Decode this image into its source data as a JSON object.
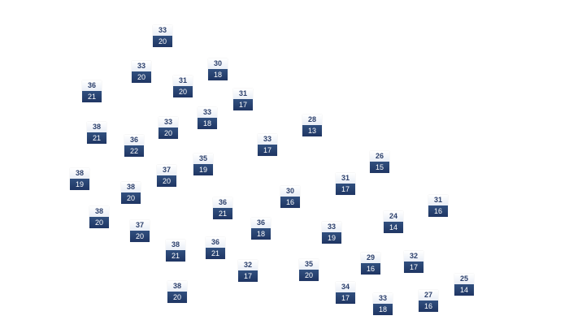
{
  "map": {
    "stations": [
      {
        "high": "33",
        "low": "20"
      },
      {
        "high": "33",
        "low": "20"
      },
      {
        "high": "30",
        "low": "18"
      },
      {
        "high": "36",
        "low": "21"
      },
      {
        "high": "31",
        "low": "20"
      },
      {
        "high": "31",
        "low": "17"
      },
      {
        "high": "33",
        "low": "18"
      },
      {
        "high": "38",
        "low": "21"
      },
      {
        "high": "33",
        "low": "20"
      },
      {
        "high": "36",
        "low": "22"
      },
      {
        "high": "28",
        "low": "13"
      },
      {
        "high": "33",
        "low": "17"
      },
      {
        "high": "26",
        "low": "15"
      },
      {
        "high": "35",
        "low": "19"
      },
      {
        "high": "38",
        "low": "19"
      },
      {
        "high": "37",
        "low": "20"
      },
      {
        "high": "38",
        "low": "20"
      },
      {
        "high": "31",
        "low": "17"
      },
      {
        "high": "30",
        "low": "16"
      },
      {
        "high": "31",
        "low": "16"
      },
      {
        "high": "36",
        "low": "21"
      },
      {
        "high": "38",
        "low": "20"
      },
      {
        "high": "24",
        "low": "14"
      },
      {
        "high": "36",
        "low": "18"
      },
      {
        "high": "37",
        "low": "20"
      },
      {
        "high": "33",
        "low": "19"
      },
      {
        "high": "38",
        "low": "21"
      },
      {
        "high": "36",
        "low": "21"
      },
      {
        "high": "29",
        "low": "16"
      },
      {
        "high": "32",
        "low": "17"
      },
      {
        "high": "32",
        "low": "17"
      },
      {
        "high": "35",
        "low": "20"
      },
      {
        "high": "25",
        "low": "14"
      },
      {
        "high": "38",
        "low": "20"
      },
      {
        "high": "34",
        "low": "17"
      },
      {
        "high": "27",
        "low": "16"
      },
      {
        "high": "33",
        "low": "18"
      }
    ]
  }
}
